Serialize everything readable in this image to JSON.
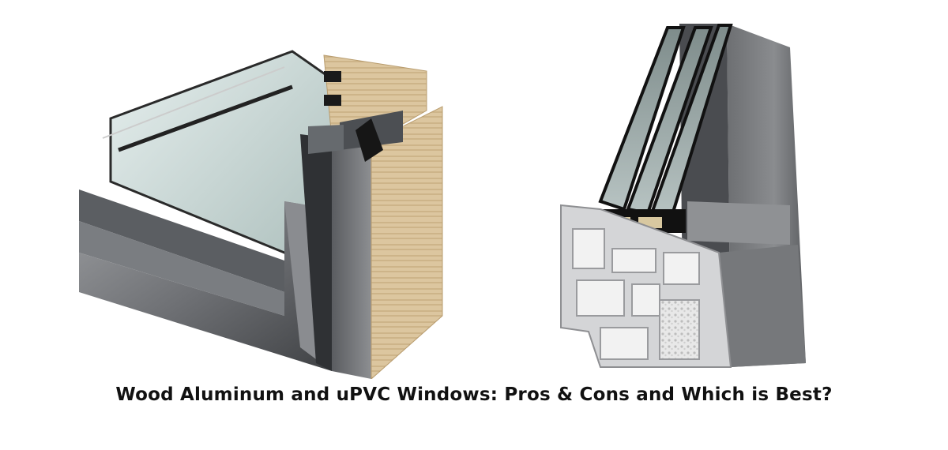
{
  "caption": {
    "text": "Wood Aluminum and uPVC Windows: Pros & Cons and Which is Best?"
  },
  "images": {
    "left": {
      "icon": "wood-aluminum-window-section-image"
    },
    "right": {
      "icon": "upvc-window-section-image"
    }
  },
  "colors": {
    "aluminum": "#7d7f82",
    "aluminum_dark": "#4a4c4f",
    "wood": "#d9c29a",
    "glass": "#cfe0dd",
    "upvc": "#c9cacc",
    "caption": "#111111"
  }
}
